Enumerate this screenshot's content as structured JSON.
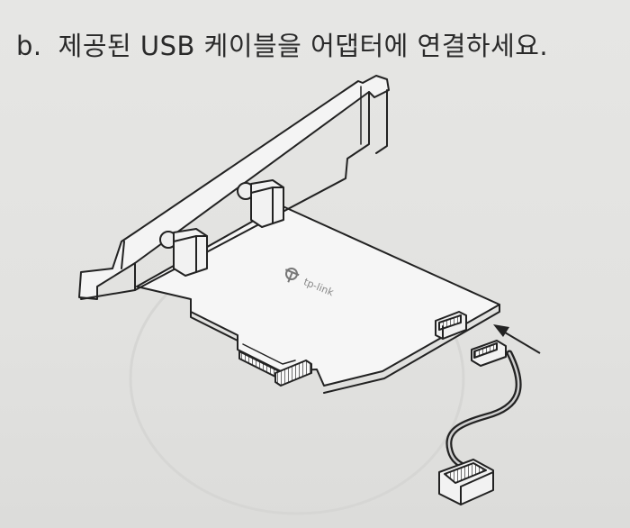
{
  "instruction": {
    "step_label": "b.",
    "text": "제공된 USB 케이블을 어댑터에 연결하세요."
  },
  "figure": {
    "brand_logo_text": "tp-link",
    "icons": [
      "pcie-card-illustration",
      "usb-cable-illustration",
      "insert-arrow-icon"
    ]
  }
}
